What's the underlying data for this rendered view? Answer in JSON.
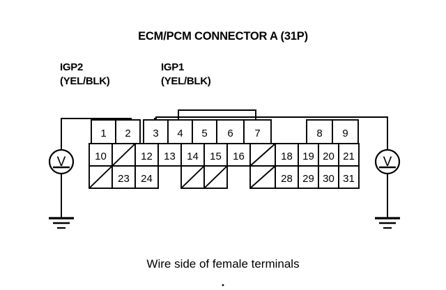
{
  "title": "ECM/PCM CONNECTOR A (31P)",
  "caption": "Wire side of female terminals",
  "labels": {
    "left": {
      "name": "IGP2",
      "wire_color": "(YEL/BLK)"
    },
    "right": {
      "name": "IGP1",
      "wire_color": "(YEL/BLK)"
    }
  },
  "meters": {
    "left": {
      "symbol": "V",
      "type": "dc-voltmeter"
    },
    "right": {
      "symbol": "V",
      "type": "dc-voltmeter"
    }
  },
  "connector": {
    "pin_count": 31,
    "rows": [
      {
        "row": 1,
        "cells": [
          {
            "pin": "1",
            "blank": false
          },
          {
            "pin": "2",
            "blank": false
          },
          {
            "pin": "3",
            "blank": false
          },
          {
            "pin": "4",
            "blank": false
          },
          {
            "pin": "5",
            "blank": false
          },
          {
            "pin": "6",
            "blank": false
          },
          {
            "pin": "7",
            "blank": false
          },
          {
            "pin": "8",
            "blank": false
          },
          {
            "pin": "9",
            "blank": false
          }
        ]
      },
      {
        "row": 2,
        "cells": [
          {
            "pin": "10",
            "blank": false
          },
          {
            "pin": "",
            "blank": true
          },
          {
            "pin": "12",
            "blank": false
          },
          {
            "pin": "13",
            "blank": false
          },
          {
            "pin": "14",
            "blank": false
          },
          {
            "pin": "15",
            "blank": false
          },
          {
            "pin": "16",
            "blank": false
          },
          {
            "pin": "",
            "blank": true
          },
          {
            "pin": "18",
            "blank": false
          },
          {
            "pin": "19",
            "blank": false
          },
          {
            "pin": "20",
            "blank": false
          },
          {
            "pin": "21",
            "blank": false
          }
        ]
      },
      {
        "row": 3,
        "cells": [
          {
            "pin": "",
            "blank": true
          },
          {
            "pin": "23",
            "blank": false
          },
          {
            "pin": "24",
            "blank": false
          },
          {
            "pin": "",
            "blank": true
          },
          {
            "pin": "",
            "blank": true
          },
          {
            "pin": "",
            "blank": true
          },
          {
            "pin": "28",
            "blank": false
          },
          {
            "pin": "29",
            "blank": false
          },
          {
            "pin": "30",
            "blank": false
          },
          {
            "pin": "31",
            "blank": false
          }
        ]
      }
    ]
  },
  "connections": [
    {
      "from": "IGP2",
      "to_pin": "2",
      "meter": "left"
    },
    {
      "from": "IGP1",
      "to_pin": "3",
      "meter": "right"
    }
  ],
  "colors": {
    "ink": "#000000",
    "paper": "#ffffff"
  }
}
